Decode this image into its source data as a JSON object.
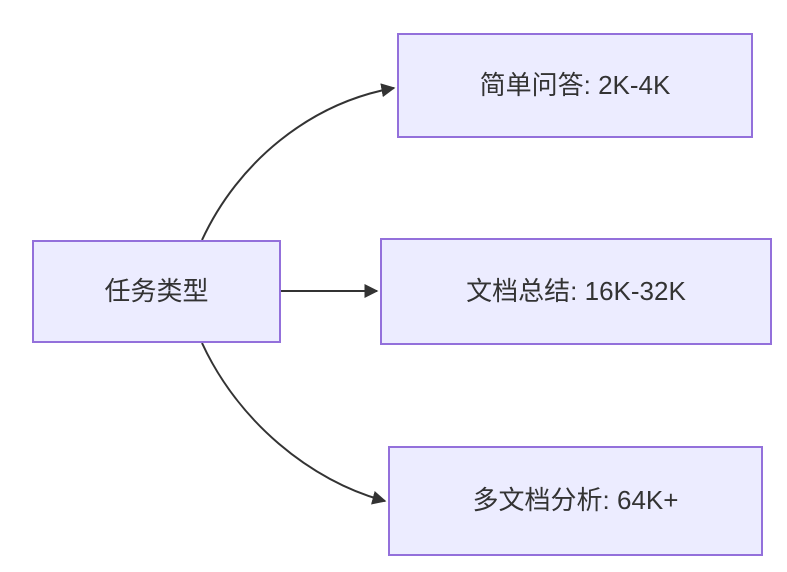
{
  "diagram": {
    "type": "flowchart-left-to-right",
    "root": {
      "label": "任务类型"
    },
    "children": [
      {
        "label": "简单问答: 2K-4K"
      },
      {
        "label": "文档总结: 16K-32K"
      },
      {
        "label": "多文档分析: 64K+"
      }
    ],
    "colors": {
      "node_fill": "#ECECFF",
      "node_border": "#9370DB",
      "text": "#333333",
      "edge": "#333333",
      "background": "#FFFFFF"
    }
  }
}
